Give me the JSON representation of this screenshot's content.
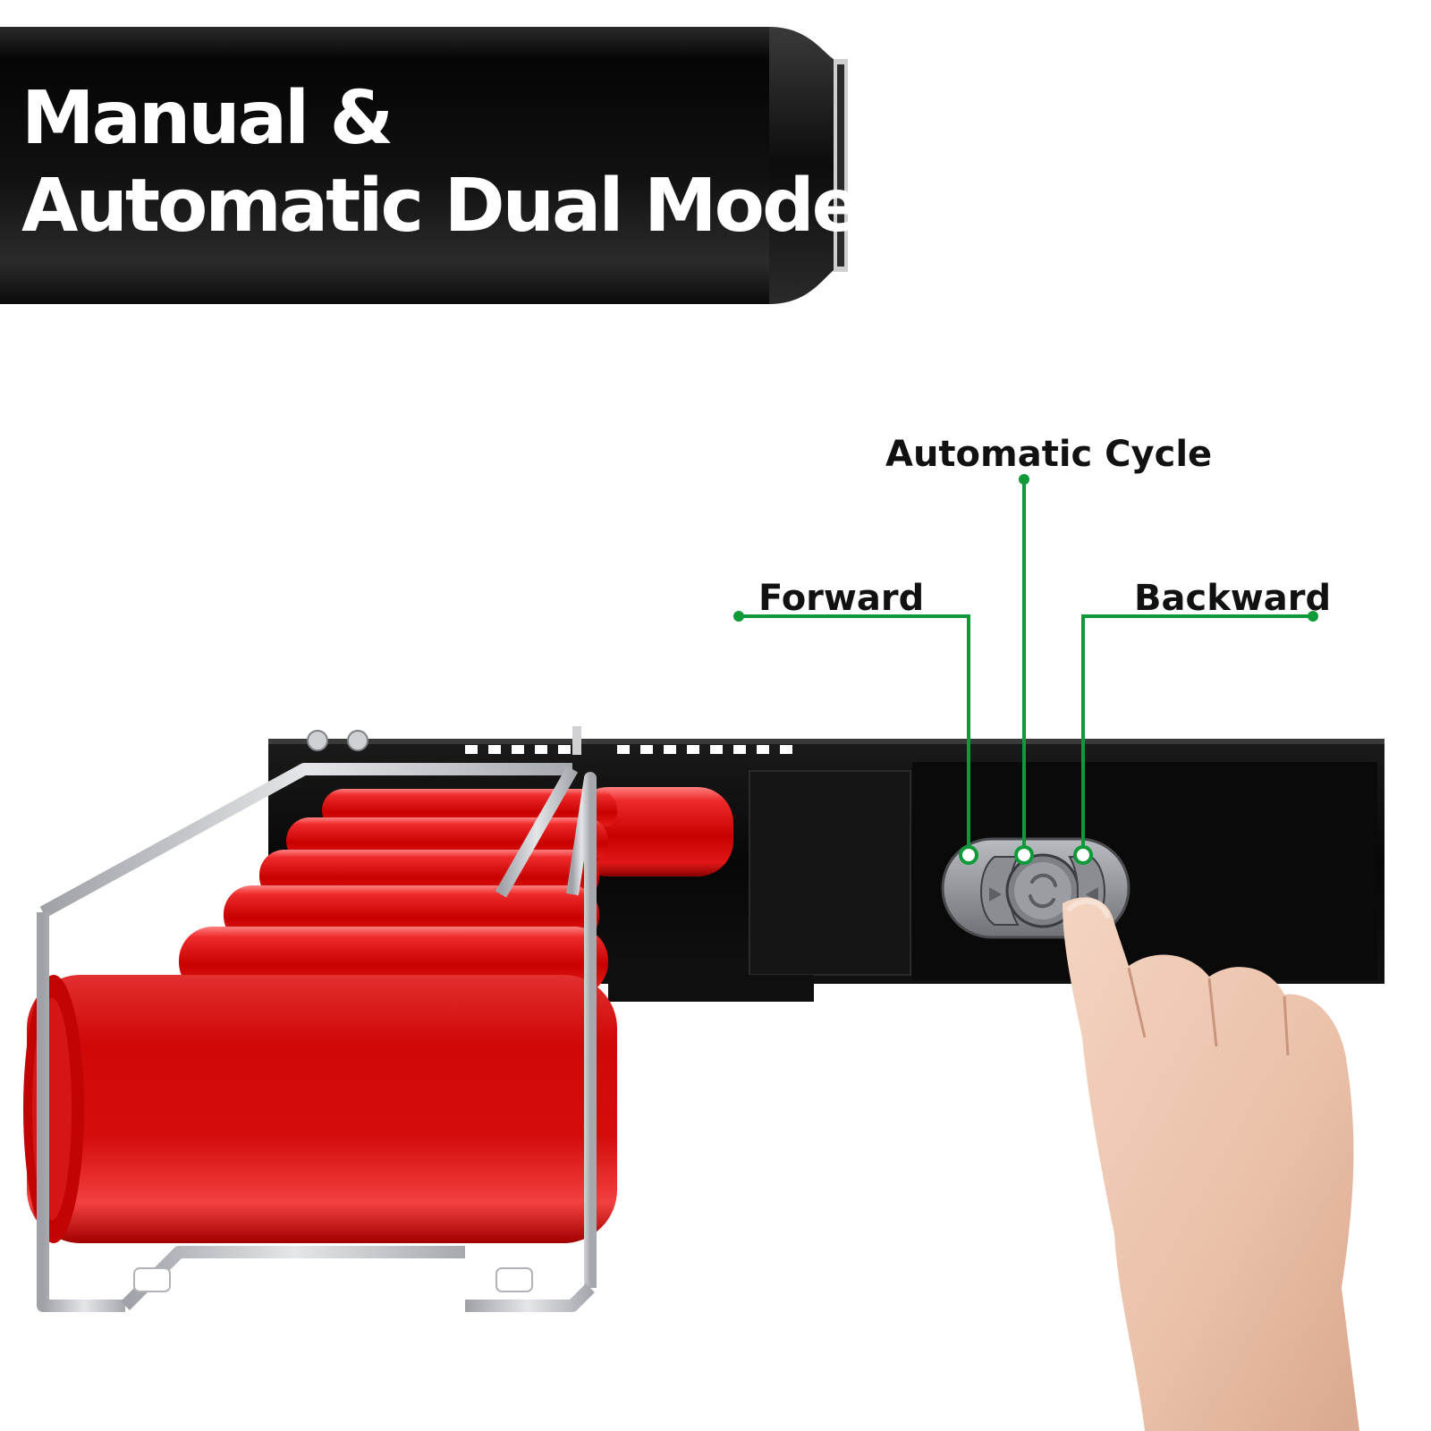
{
  "headline": {
    "line1": "Manual &",
    "line2": "Automatic Dual Mode"
  },
  "callouts": {
    "automatic_cycle": "Automatic Cycle",
    "forward": "Forward",
    "backward": "Backward"
  },
  "colors": {
    "callout_line": "#0f9a3a",
    "can_red": "#d40c0c",
    "housing_black": "#0c0c0c",
    "rack_silver": "#c9cbce",
    "banner_black": "#0a0a0a"
  },
  "icons": [
    "forward-arrow-icon",
    "cycle-icon",
    "backward-arrow-icon"
  ]
}
